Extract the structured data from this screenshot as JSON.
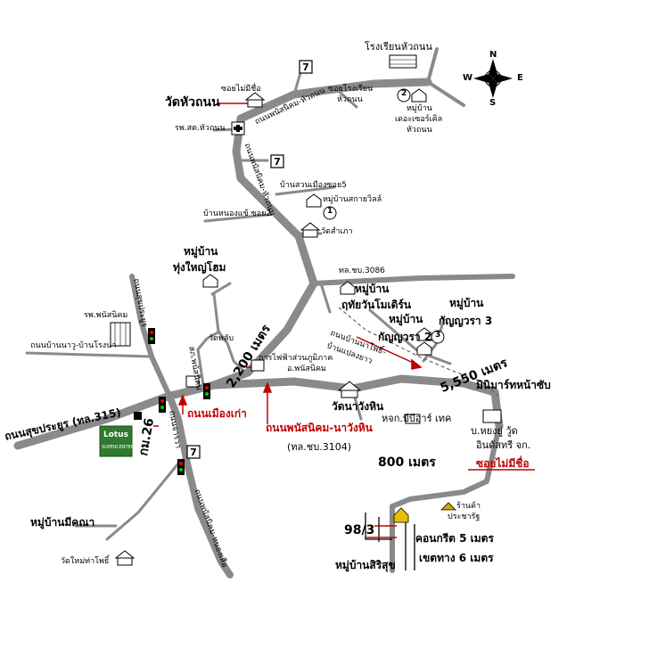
{
  "compass": {
    "n": "N",
    "s": "S",
    "e": "E",
    "w": "W"
  },
  "labels": {
    "school": "โรงเรียนหัวถนน",
    "soi_no_name_top": "ซอยไม่มีชื่อ",
    "wat_hua_thanon": "วัดหัวถนน",
    "rd_phanat_huathanon": "ถนนพนัสนิคม-หัวถนน",
    "soi_school": "ซอยโรงเรียน",
    "soi_school_2": "หัวถนน",
    "vil2_l1": "หมู่บ้าน",
    "vil2_l2": "เดอะเซอร์เคิล",
    "vil2_l3": "หัวถนน",
    "hospital_top": "รพ.สต.หัวถนน",
    "rd_phanat_huathanon_v": "ถนนพนัสนิคม-หัวถนน",
    "ban_suan_mueang": "บ้านสวนเมืองซอย5",
    "vil1": "หมู่บ้านสกายวิลล์",
    "ban_nong_kae": "บ้านหนองแข้ ซอย2",
    "wat_sam_pao": "วัดสำเภา",
    "thung_yai_l1": "หมู่บ้าน",
    "thung_yai_l2": "ทุ่งใหญ่โฮม",
    "rd_sukprayoon_v": "ถนนสุขประยูร",
    "ths_3086": "ทล.ชบ.3086",
    "ruthai_l1": "หมู่บ้าน",
    "ruthai_l2": "ฤทัยวันโมเดิร์น",
    "kanya3_l1": "หมู่บ้าน",
    "kanya3_l2": "กัญญวรา 3",
    "hospital_phanat": "รพ.พนัสนิคม",
    "kanya2_l1": "หมู่บ้าน",
    "kanya2_l2": "กัญญวรา 2",
    "rd_nanu": "ถนนบ้านนาวู-บ้านโรงนา",
    "police": "สภ.พนัสนิคม",
    "wat_phap": "วัดพลับ",
    "dist_2200": "2,200 เมตร",
    "ban_na_phu": "ถนนบ้านนาโพธิ์-",
    "ban_na_phu_2": "บ้านแปลงยาว",
    "dist_5550": "5,550 เมตร",
    "pea_l1": "การไฟฟ้าส่วนภูมิภาค",
    "pea_l2": "อ.พนัสนิคม",
    "minimart": "มินิมาร์ทหน้าซับ",
    "wat_na_wang_hin": "วัดนาวังหิน",
    "bp_tech": "หจก.บีบีอาร์ เทค",
    "rd_old_town": "ถนนเมืองเก่า",
    "rd_sukprayoon_main": "ถนนสุขประยูร (ทล.315)",
    "km26": "กม.26",
    "lotus": "Lotus",
    "lotus_sub": "SUPERCENTER",
    "rd_phanat_nawanghin": "ถนนพนัสนิคม-นาวังหิน",
    "rd_3104": "(ทล.ชบ.3104)",
    "rd_chatwara": "ถนนจารวา",
    "factory_l1": "บ.หยงยู่ วู้ด",
    "factory_l2": "อินดัสทรี จก.",
    "soi_no_name_bottom": "ซอยไม่มีชื่อ",
    "dist_800": "800 เมตร",
    "shop_l1": "ร้านค้า",
    "shop_l2": "ประชารัฐ",
    "rd_phanat_nongsua": "ถนนพนัสนิคม-หนองเสือ",
    "mikna": "หมู่บ้านมีคณา",
    "wat_mai": "วัดใหม่ท่าโพธิ์",
    "addr_98": "98/3",
    "concrete": "คอนกรีต 5 เมตร",
    "easement": "เขตทาง 6 เมตร",
    "siri_suk": "หมู่บ้านสิริสุข"
  },
  "markers": {
    "one": "1",
    "two": "2",
    "three": "3"
  }
}
